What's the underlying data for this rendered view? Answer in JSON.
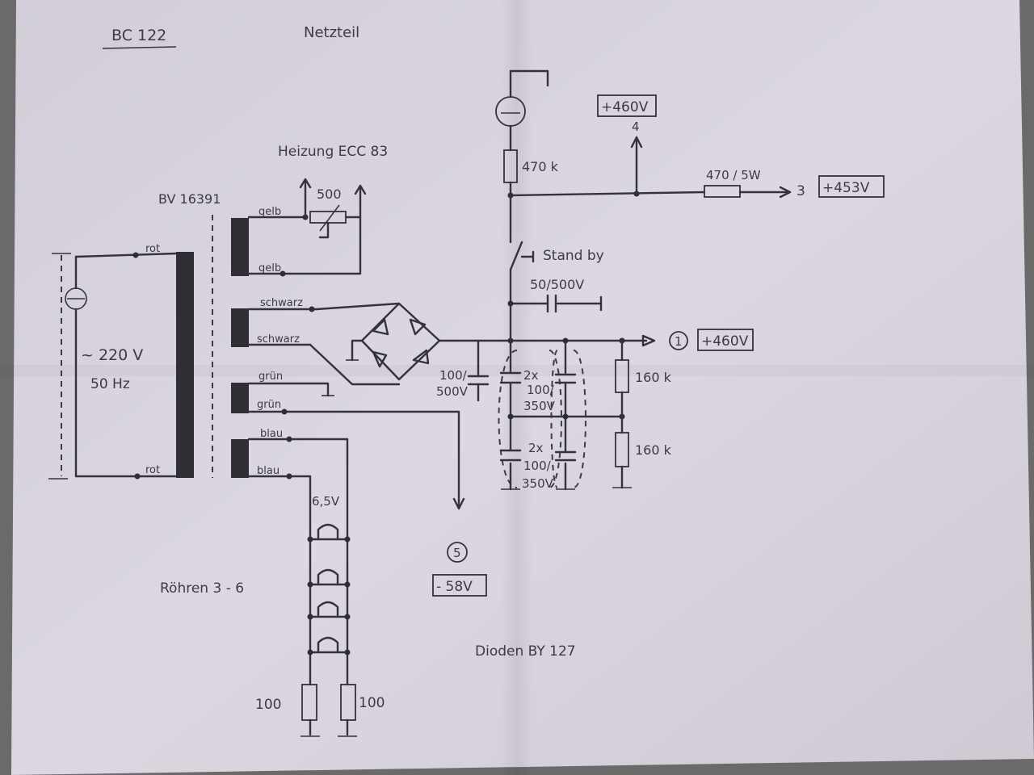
{
  "header": {
    "model": "BC 122",
    "title": "Netzteil"
  },
  "heater": {
    "title": "Heizung ECC 83",
    "pot_value": "500"
  },
  "transformer": {
    "label": "BV 16391",
    "primary_top": "rot",
    "primary_bottom": "rot",
    "sec_gelb_1": "gelb",
    "sec_gelb_2": "gelb",
    "sec_schwarz_1": "schwarz",
    "sec_schwarz_2": "schwarz",
    "sec_gruen_1": "grün",
    "sec_gruen_2": "grün",
    "sec_blau_1": "blau",
    "sec_blau_2": "blau"
  },
  "mains": {
    "voltage": "~ 220 V",
    "frequency": "50 Hz"
  },
  "components": {
    "r_470k": "470 k",
    "r_470_5w": "470 / 5W",
    "standby": "Stand by",
    "c_50_500": "50/500V",
    "c_100_500_a": "100/",
    "c_100_500_b": "500V",
    "cap_block1_a": "2x",
    "cap_block1_b": "100/",
    "cap_block1_c": "350V",
    "cap_block2_a": "2x",
    "cap_block2_b": "100/",
    "cap_block2_c": "350V",
    "r_160k_1": "160 k",
    "r_160k_2": "160 k",
    "heater_voltage": "6,5V",
    "r_100_left": "100",
    "r_100_right": "100"
  },
  "outputs": {
    "out1_num": "1",
    "out1_value": "+460V",
    "out3_num": "3",
    "out3_value": "+453V",
    "out4_num": "4",
    "out4_value": "+460V",
    "out5_num": "5",
    "out5_value": "- 58V"
  },
  "notes": {
    "tubes": "Röhren 3 - 6",
    "diodes": "Dioden BY 127"
  },
  "colors": {
    "paper": "#d8d3dd",
    "ink": "#34333b"
  }
}
